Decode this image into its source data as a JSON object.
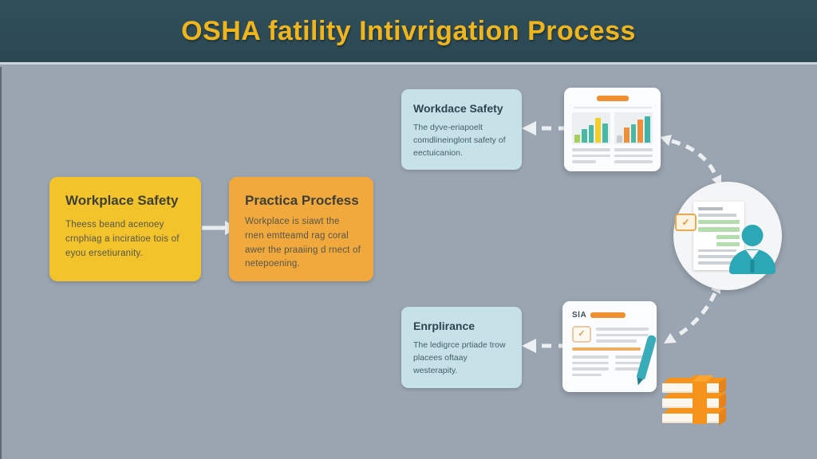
{
  "header": {
    "title": "OSHA fatility Intivrigation Process"
  },
  "boxes": {
    "workplace_safety": {
      "title": "Workplace Safety",
      "body": "Theess beand acenoey crnphiag a inciratioe tois of eyou ersetiuranity."
    },
    "practica_process": {
      "title": "Practica Procfess",
      "body": "Workplace is siawt the rnen emtteamd rag coral awer the praaiing d rnect of netepoening."
    },
    "workdace_safety": {
      "title": "Workdace Safety",
      "body": "The dyve-eriapoelt comdlineinglont safety of eectuicanion."
    },
    "enrplirance": {
      "title": "Enrplirance",
      "body": "The ledigrce prtiade trow placees oftaay westerapity."
    }
  },
  "report_card": {
    "icon": "bar-chart-report-icon",
    "left_bars": [
      {
        "h": 28,
        "c": "#a8cf5a"
      },
      {
        "h": 46,
        "c": "#49b8a5"
      },
      {
        "h": 60,
        "c": "#49b8a5"
      },
      {
        "h": 86,
        "c": "#f2cf2a"
      },
      {
        "h": 68,
        "c": "#49b8a5"
      }
    ],
    "right_bars": [
      {
        "h": 24,
        "c": "#c8cdd1"
      },
      {
        "h": 52,
        "c": "#ef8f3a"
      },
      {
        "h": 64,
        "c": "#49b8a5"
      },
      {
        "h": 80,
        "c": "#ef8f3a"
      },
      {
        "h": 92,
        "c": "#3fb3a9"
      }
    ]
  },
  "review_circle": {
    "icon": "inspector-reviewing-checked-document-icon"
  },
  "document_card": {
    "label": "SlA",
    "icon": "signed-document-with-pen-icon"
  },
  "books": {
    "icon": "stack-of-orange-books-icon"
  },
  "colors": {
    "header_bg": "#2d4a55",
    "title_text": "#eeb51f",
    "canvas_bg": "#9aa5b1",
    "yellow_box": "#f2c32a",
    "orange_box": "#f1a93e",
    "blue_box": "#c6e1e7",
    "card_bg": "#fbfcfd",
    "arrow_white": "#edf0f2",
    "teal_icon": "#2ba7b6",
    "book_orange": "#f6931d",
    "pen_teal": "#3aabb8",
    "accent_orange": "#ef8f2e"
  }
}
